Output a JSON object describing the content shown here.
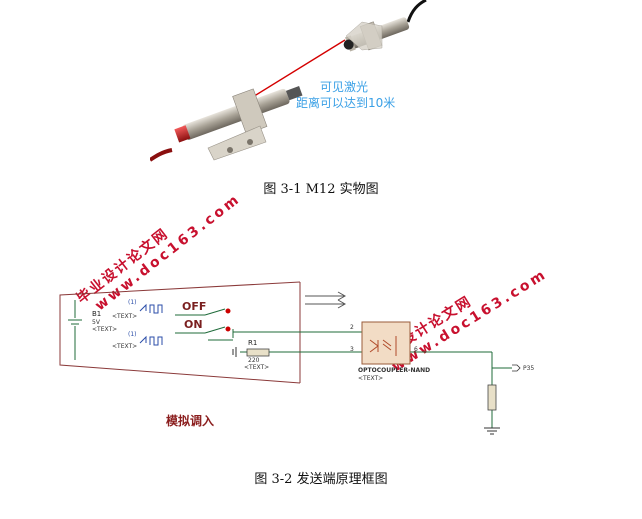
{
  "figure1": {
    "annotation_line1": "可见激光",
    "annotation_line2": "距离可以达到10米",
    "caption": "图 3-1    M12 实物图"
  },
  "watermarks": {
    "line1": "毕业设计论文网",
    "line2": "www.doc163.com"
  },
  "circuit": {
    "battery_label": "B1",
    "battery_value": "5V",
    "text_placeholder": "<TEXT>",
    "pin_marker": "(1)",
    "switch_off": "OFF",
    "switch_on": "ON",
    "resistor_label": "R1",
    "resistor_value": "220",
    "optocoupler_label": "OPTOCOUPLER-NAND",
    "pin2": "2",
    "pin3": "3",
    "pin6": "6",
    "output_label": "P35",
    "module_label": "模拟调入"
  },
  "figure2": {
    "caption": "图 3-2  发送端原理框图"
  },
  "colors": {
    "wire": "#1f6b3a",
    "body": "#8b3a3a",
    "laser": "#d40000",
    "watermark": "#c8102e",
    "annotation": "#3aa0e6"
  }
}
